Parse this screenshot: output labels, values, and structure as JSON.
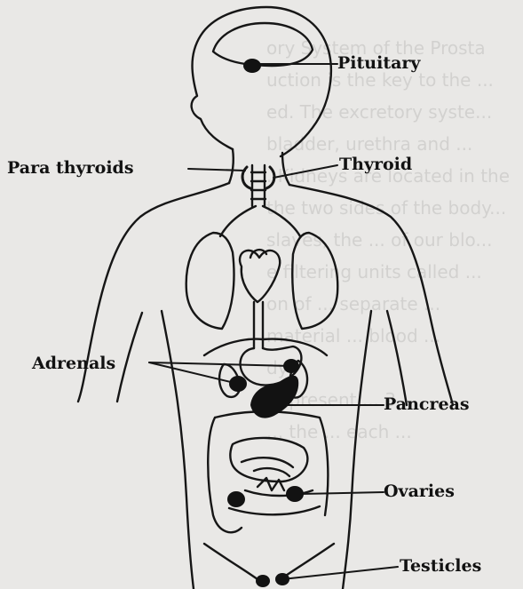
{
  "background_text": [
    "ory System of the Prosta",
    "uction is the key to the ...",
    "ed. The excretory syste...",
    "bladder, urethra and ...",
    ". Kidneys are located in the",
    "the two sides of the body...",
    "slaves, the ... of our blo...",
    "e filtering units called ...",
    "on of ... separate ...",
    "material ... blood ...",
    "dy",
    "... present ... 3",
    "... the ... each ..."
  ],
  "labels": {
    "pituitary": "Pituitary",
    "para_thyroids": "Para thyroids",
    "thyroid": "Thyroid",
    "adrenals": "Adrenals",
    "pancreas": "Pancreas",
    "ovaries": "Ovaries",
    "testicles": "Testicles"
  }
}
